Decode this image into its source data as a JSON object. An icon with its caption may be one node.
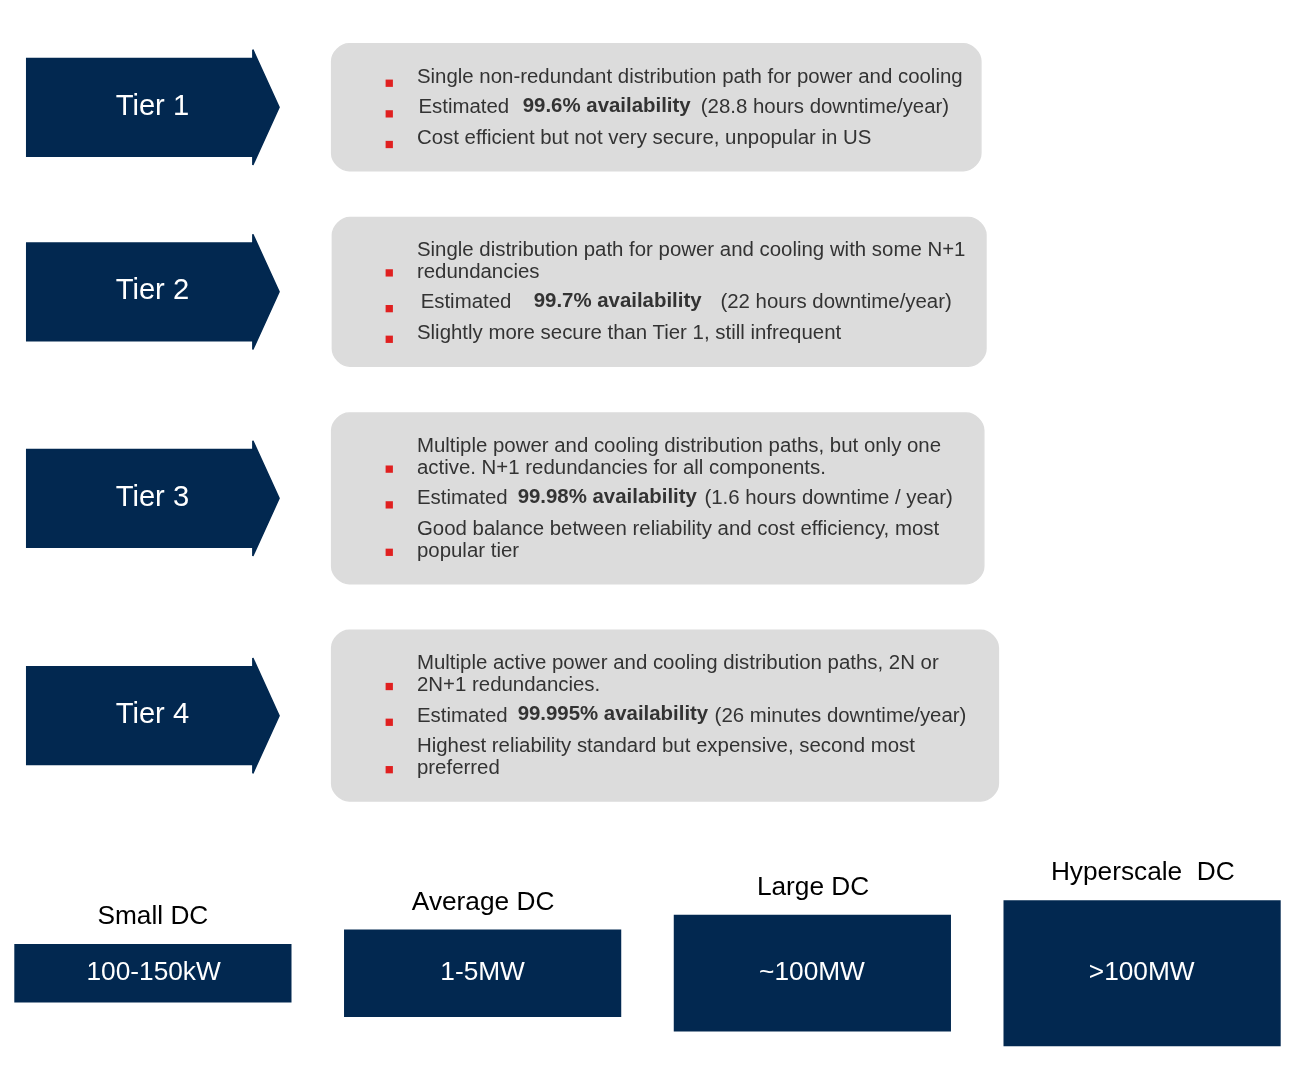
{
  "diagram": {
    "nodes": [
      {
        "text": [
          "Tier 1"
        ]
      },
      {
        "text": [
          "Single non-redundant distribution path for power and cooling",
          "Estimated **99.6% availability** (28.8 hours downtime/year)",
          "Cost efficient but not very secure, unpopular in US"
        ]
      },
      {
        "text": [
          "Tier 2"
        ]
      },
      {
        "text": [
          "Single distribution path for power and cooling with some N+1 redundancies",
          "Estimated  **99.7% availability** (22 hours downtime/year)",
          "Slightly more secure than Tier 1, still infrequent"
        ]
      },
      {
        "text": [
          "Tier 3"
        ]
      },
      {
        "text": [
          "Multiple power and cooling distribution paths, but only one active. N+1 redundancies for all components.",
          "Estimated **99.98% availability** (1.6 hours downtime / year)",
          "Good balance between reliability and cost efficiency, most popular tier"
        ]
      },
      {
        "text": [
          "Tier 4"
        ]
      },
      {
        "text": [
          "Multiple active power and cooling distribution paths, 2N or 2N+1 redundancies.",
          "Estimated **99.995% availability** (26 minutes downtime/year)",
          "Highest reliability standard but expensive, second most preferred"
        ]
      },
      {
        "text": [
          "Small DC",
          "100-150kW"
        ]
      },
      {
        "text": [
          "Average DC",
          "1-5MW"
        ]
      },
      {
        "text": [
          "Large DC",
          "~100MW"
        ]
      },
      {
        "text": [
          "Hyperscale  DC",
          ">100MW"
        ]
      }
    ],
    "edges": []
  }
}
